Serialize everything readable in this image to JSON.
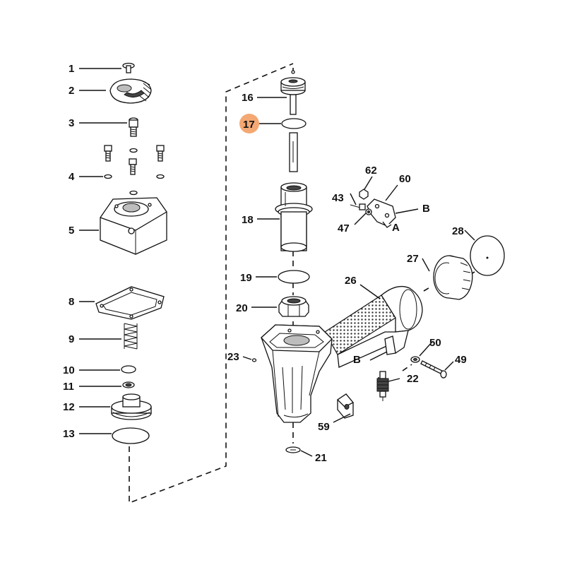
{
  "highlight": {
    "part": "17",
    "color": "#f4a873"
  },
  "callouts": [
    {
      "id": "c1",
      "text": "1"
    },
    {
      "id": "c2",
      "text": "2"
    },
    {
      "id": "c3",
      "text": "3"
    },
    {
      "id": "c4",
      "text": "4"
    },
    {
      "id": "c5",
      "text": "5"
    },
    {
      "id": "c8",
      "text": "8"
    },
    {
      "id": "c9",
      "text": "9"
    },
    {
      "id": "c10",
      "text": "10"
    },
    {
      "id": "c11",
      "text": "11"
    },
    {
      "id": "c12",
      "text": "12"
    },
    {
      "id": "c13",
      "text": "13"
    },
    {
      "id": "c16",
      "text": "16"
    },
    {
      "id": "c17",
      "text": "17"
    },
    {
      "id": "c18",
      "text": "18"
    },
    {
      "id": "c19",
      "text": "19"
    },
    {
      "id": "c20",
      "text": "20"
    },
    {
      "id": "c21",
      "text": "21"
    },
    {
      "id": "c22",
      "text": "22"
    },
    {
      "id": "c23",
      "text": "23"
    },
    {
      "id": "c26",
      "text": "26"
    },
    {
      "id": "c27",
      "text": "27"
    },
    {
      "id": "c28",
      "text": "28"
    },
    {
      "id": "c43",
      "text": "43"
    },
    {
      "id": "c47",
      "text": "47"
    },
    {
      "id": "c49",
      "text": "49"
    },
    {
      "id": "c50",
      "text": "50"
    },
    {
      "id": "c59",
      "text": "59"
    },
    {
      "id": "c60",
      "text": "60"
    },
    {
      "id": "c62",
      "text": "62"
    }
  ],
  "markers": {
    "b_upper": "B",
    "a_upper": "A",
    "b_lower": "B"
  }
}
